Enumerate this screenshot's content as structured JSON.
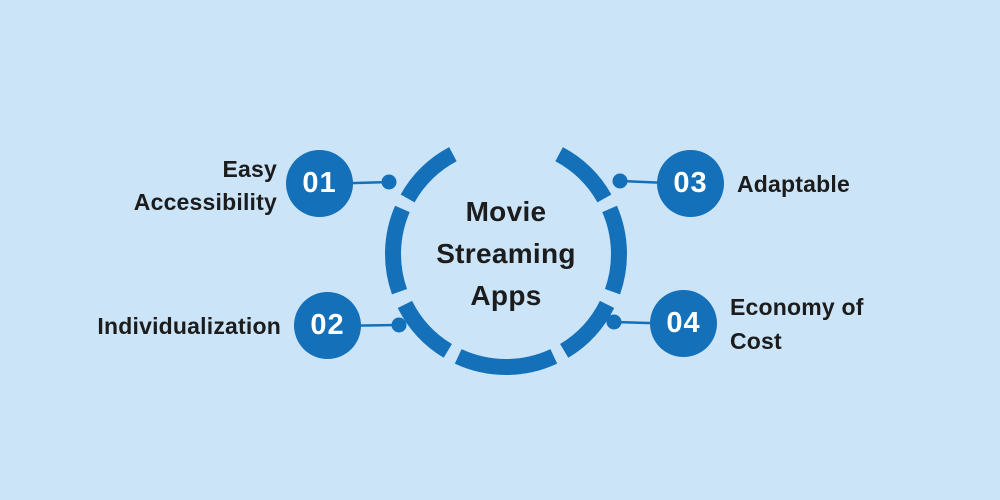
{
  "diagram": {
    "title_lines": [
      "Movie",
      "Streaming",
      "Apps"
    ],
    "items": [
      {
        "number": "01",
        "label": "Easy Accessibility"
      },
      {
        "number": "02",
        "label": "Individualization"
      },
      {
        "number": "03",
        "label": "Adaptable"
      },
      {
        "number": "04",
        "label": "Economy of Cost"
      }
    ],
    "colors": {
      "background": "#cbe4f8",
      "accent_blue": "#1470b9",
      "text_dark": "#1c1c1c",
      "number_text": "#ffffff"
    }
  }
}
